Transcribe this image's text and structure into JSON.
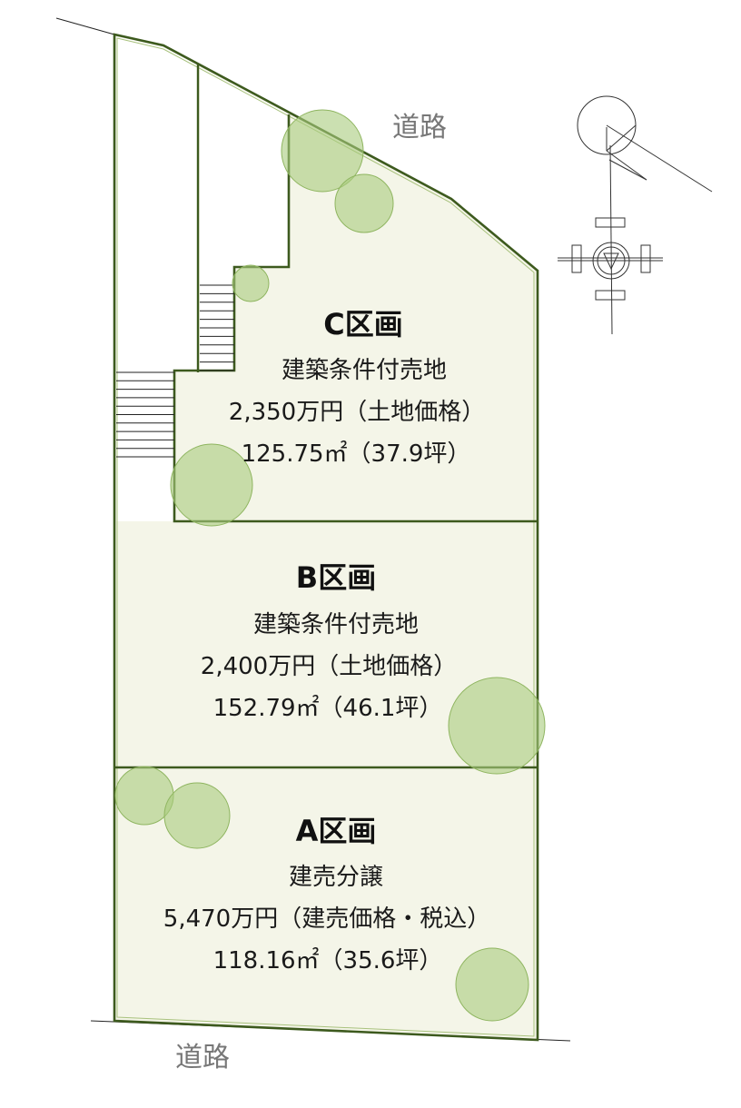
{
  "roads": {
    "top_label": "道路",
    "bottom_label": "道路"
  },
  "lots": [
    {
      "id": "C",
      "title": "C区画",
      "type": "建築条件付売地",
      "price": "2,350万円（土地価格）",
      "area": "125.75㎡（37.9坪）"
    },
    {
      "id": "B",
      "title": "B区画",
      "type": "建築条件付売地",
      "price": "2,400万円（土地価格）",
      "area": "152.79㎡（46.1坪）"
    },
    {
      "id": "A",
      "title": "A区画",
      "type": "建売分譲",
      "price": "5,470万円（建売価格・税込）",
      "area": "118.16㎡（35.6坪）"
    }
  ],
  "colors": {
    "lot_fill": "#f4f5e8",
    "lot_border": "#3d5a1e",
    "tree": "#a9cc7d"
  },
  "icons": [
    "compass-icon",
    "north-arrow-icon"
  ]
}
